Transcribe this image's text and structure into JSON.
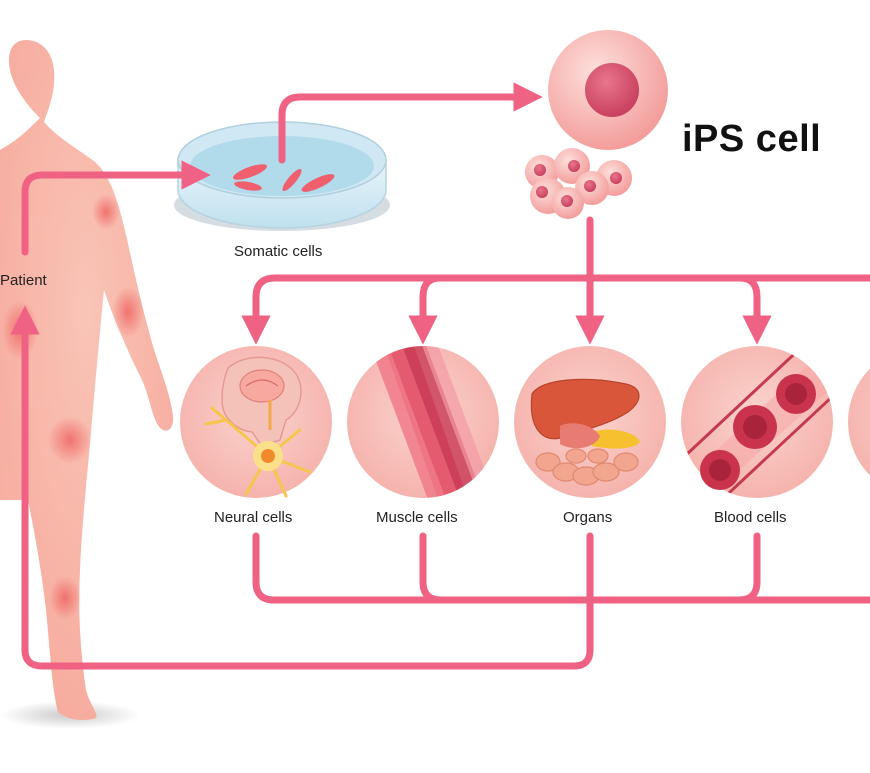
{
  "title": "iPS cell",
  "labels": {
    "patient": "Patient",
    "somatic": "Somatic cells",
    "neural": "Neural cells",
    "muscle": "Muscle cells",
    "organs": "Organs",
    "blood": "Blood cells"
  },
  "colors": {
    "arrow": "#f06283",
    "body": "#f7b8ad",
    "circle_bg": "#f8c3bd",
    "cell": "#f29a9b",
    "nucleus": "#d9536f"
  }
}
